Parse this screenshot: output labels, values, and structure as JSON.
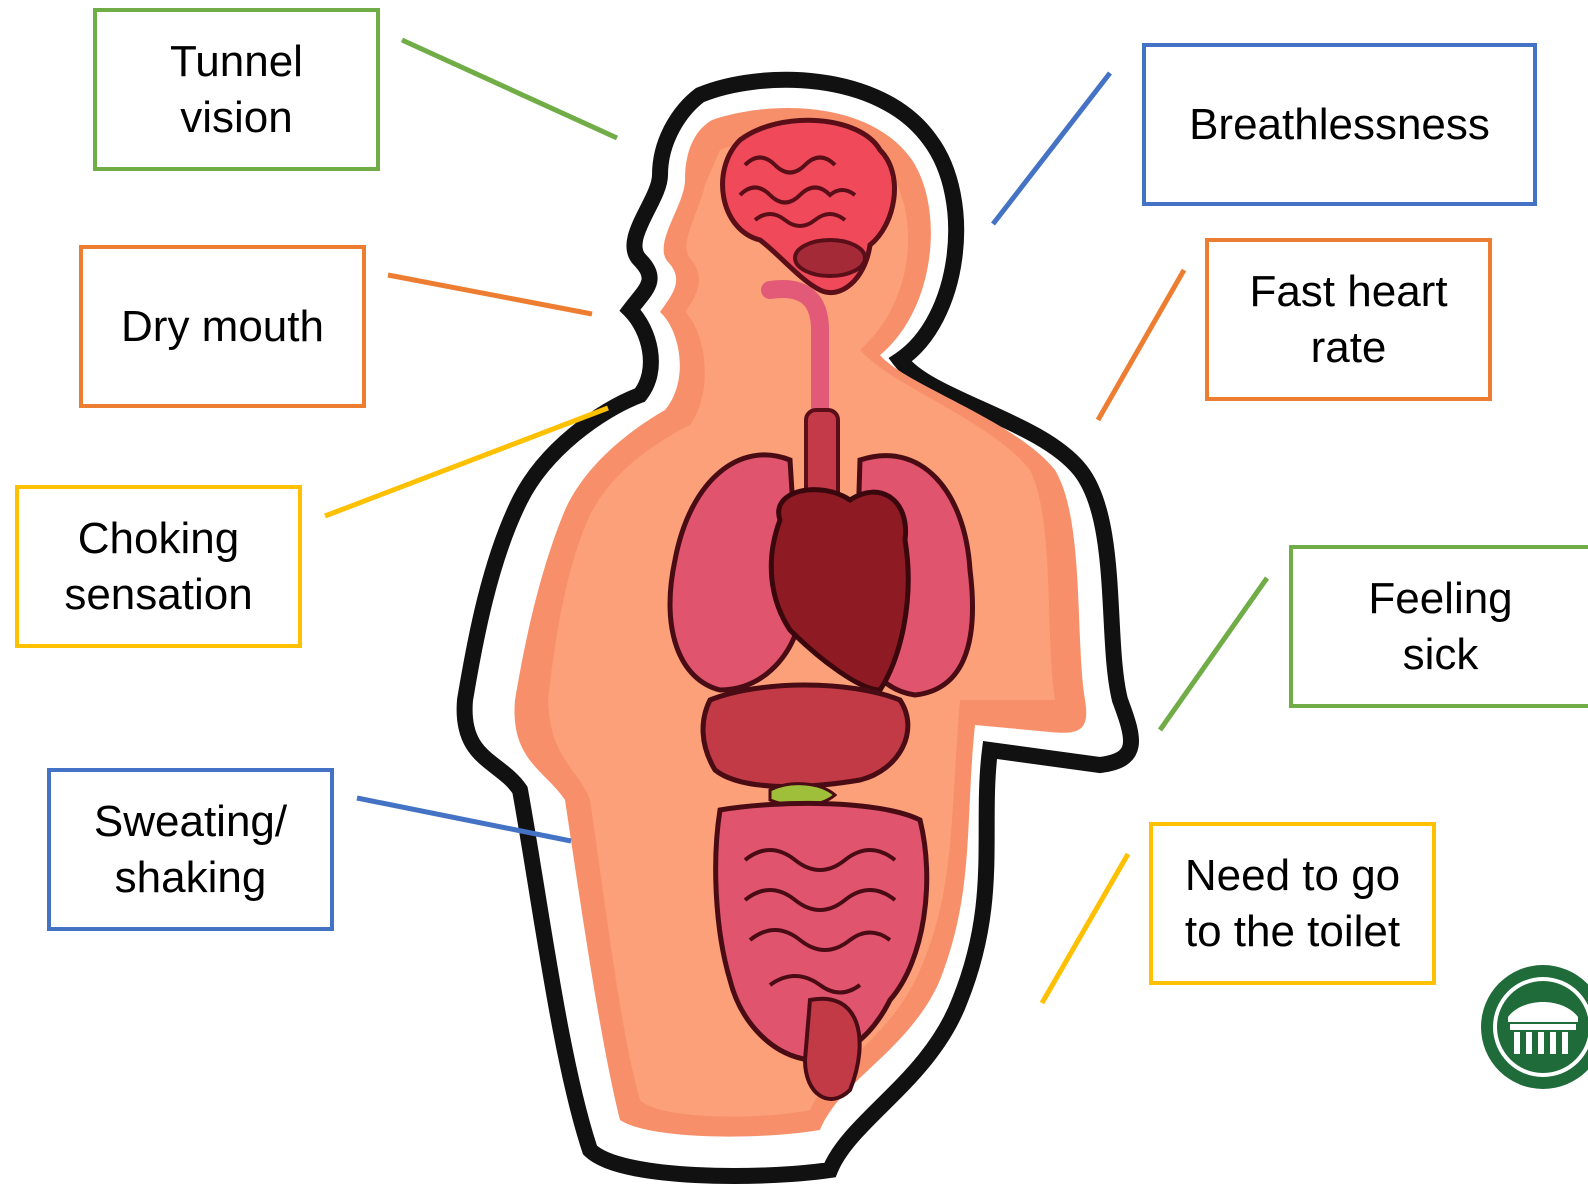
{
  "colors": {
    "green": "#70ad47",
    "orange": "#ed7d31",
    "yellow": "#ffc000",
    "blue": "#4472c4",
    "body_fill": "#f7906a",
    "body_inner": "#ffab86",
    "outline": "#111111",
    "organ_red": "#e2425a",
    "heart_dark": "#8e1a24",
    "logo_green": "#1f6b3a"
  },
  "labels": {
    "tunnel_vision": {
      "text": "Tunnel\nvision",
      "color": "green"
    },
    "dry_mouth": {
      "text": "Dry mouth",
      "color": "orange"
    },
    "choking_sensation": {
      "text": "Choking\nsensation",
      "color": "yellow"
    },
    "sweating_shaking": {
      "text": "Sweating/\nshaking",
      "color": "blue"
    },
    "breathlessness": {
      "text": "Breathlessness",
      "color": "blue"
    },
    "fast_heart_rate": {
      "text": "Fast heart\nrate",
      "color": "orange"
    },
    "feeling_sick": {
      "text": "Feeling\nsick",
      "color": "green"
    },
    "need_toilet": {
      "text": "Need to go\nto the toilet",
      "color": "yellow"
    }
  },
  "icons": {
    "figure": "human-body-organs-icon",
    "logo": "school-crest-icon"
  }
}
